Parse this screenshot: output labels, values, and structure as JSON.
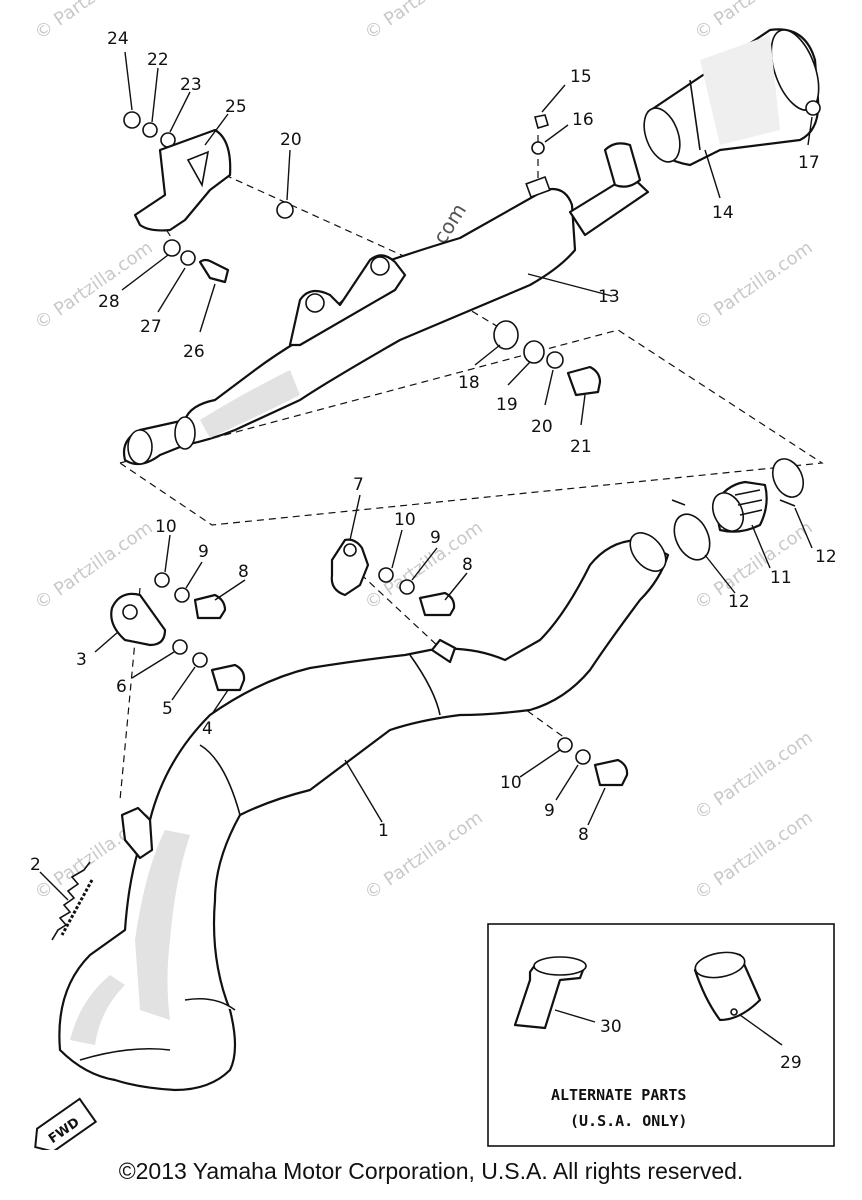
{
  "watermarks": [
    "© Partzilla.com",
    "© Partzilla.com",
    "© Partzilla.com",
    "© Partzilla.com",
    "© Partzilla.com",
    "© Partzilla.com",
    "© Partzilla.com",
    "© Partzilla.com",
    "© Partzilla.com",
    "© Partzilla.com",
    "© Partzilla.com",
    "© Partzilla.com"
  ],
  "center_watermark": "© Partzilla.com",
  "callouts": {
    "c1": "1",
    "c2": "2",
    "c3": "3",
    "c4": "4",
    "c5": "5",
    "c6": "6",
    "c7": "7",
    "c8a": "8",
    "c8b": "8",
    "c8c": "8",
    "c9a": "9",
    "c9b": "9",
    "c9c": "9",
    "c10a": "10",
    "c10b": "10",
    "c10c": "10",
    "c11": "11",
    "c12a": "12",
    "c12b": "12",
    "c13": "13",
    "c14": "14",
    "c15": "15",
    "c16": "16",
    "c17": "17",
    "c18": "18",
    "c19": "19",
    "c20a": "20",
    "c20b": "20",
    "c21": "21",
    "c22": "22",
    "c23": "23",
    "c24": "24",
    "c25": "25",
    "c26": "26",
    "c27": "27",
    "c28": "28",
    "c29": "29",
    "c30": "30"
  },
  "alternate_parts": {
    "line1": "ALTERNATE PARTS",
    "line2": "(U.S.A. ONLY)"
  },
  "fwd_label": "FWD",
  "copyright": "©2013 Yamaha Motor Corporation, U.S.A. All rights reserved."
}
